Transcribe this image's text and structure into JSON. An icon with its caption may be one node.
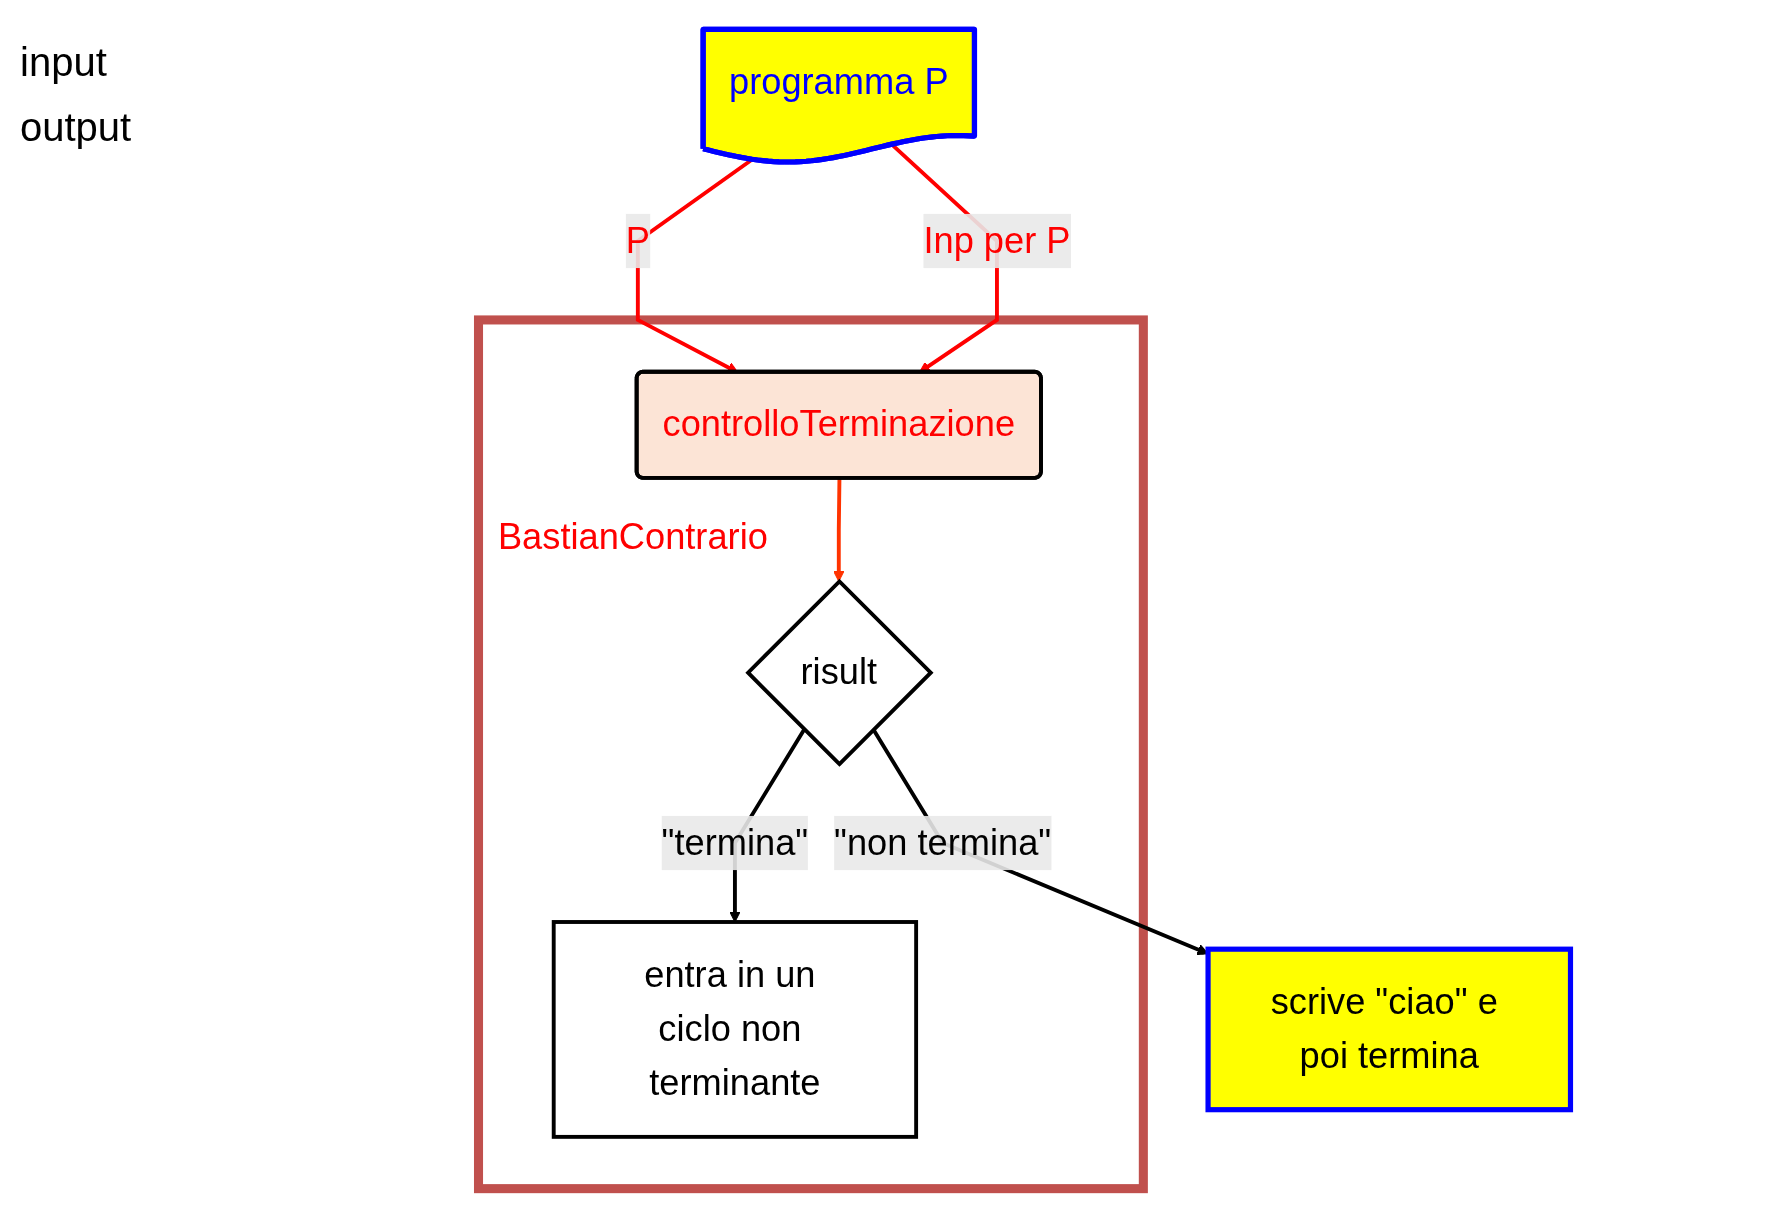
{
  "diagram": {
    "nodes": [
      {
        "text": [
          "programma P"
        ]
      },
      {
        "text": [
          "BastianContrario"
        ]
      },
      {
        "text": [
          "controlloTerminazione"
        ],
        "in": 1
      },
      {
        "text": [
          "risult"
        ],
        "in": 1
      },
      {
        "text": [
          "entra in un ciclo non terminante"
        ],
        "in": 1
      },
      {
        "text": [
          "scrive \"ciao\" e poi termina"
        ]
      }
    ],
    "edges": [
      {
        "from": 0,
        "to": 2,
        "arrow": "to",
        "label": "P",
        "color": "#ff0000"
      },
      {
        "from": 0,
        "to": 2,
        "arrow": "to",
        "label": "Inp per P",
        "color": "#ff0000"
      },
      {
        "from": 2,
        "to": 3,
        "arrow": "to",
        "color": "#ff3300"
      },
      {
        "from": 3,
        "to": 4,
        "arrow": "to",
        "label": "\"termina\"",
        "color": "#000000"
      },
      {
        "from": 3,
        "to": 5,
        "arrow": "to",
        "label": "\"non termina\"",
        "color": "#000000"
      }
    ],
    "labels": [
      "input",
      "output"
    ]
  }
}
